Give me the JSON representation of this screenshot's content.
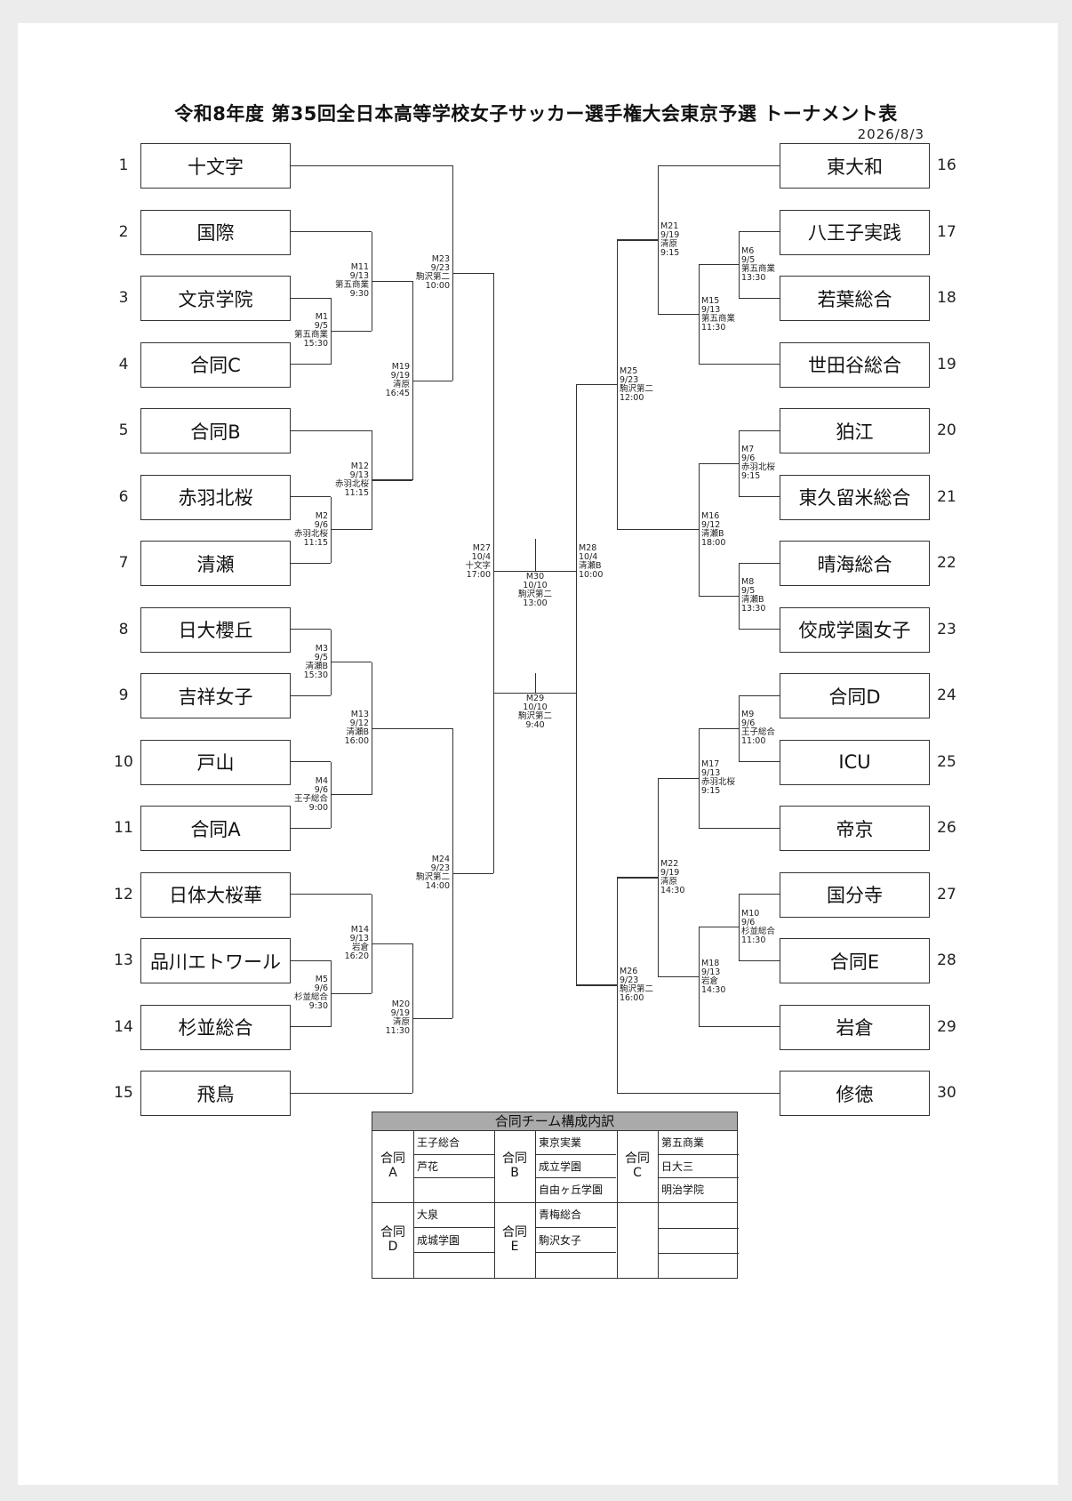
{
  "title": "令和8年度 第35回全日本高等学校女子サッカー選手権大会東京予選 トーナメント表",
  "date": "2026/8/3",
  "teams_left": [
    {
      "seed": "1",
      "name": "十文字"
    },
    {
      "seed": "2",
      "name": "国際"
    },
    {
      "seed": "3",
      "name": "文京学院"
    },
    {
      "seed": "4",
      "name": "合同C"
    },
    {
      "seed": "5",
      "name": "合同B"
    },
    {
      "seed": "6",
      "name": "赤羽北桜"
    },
    {
      "seed": "7",
      "name": "清瀬"
    },
    {
      "seed": "8",
      "name": "日大櫻丘"
    },
    {
      "seed": "9",
      "name": "吉祥女子"
    },
    {
      "seed": "10",
      "name": "戸山"
    },
    {
      "seed": "11",
      "name": "合同A"
    },
    {
      "seed": "12",
      "name": "日体大桜華"
    },
    {
      "seed": "13",
      "name": "品川エトワール"
    },
    {
      "seed": "14",
      "name": "杉並総合"
    },
    {
      "seed": "15",
      "name": "飛鳥"
    }
  ],
  "teams_right": [
    {
      "seed": "16",
      "name": "東大和"
    },
    {
      "seed": "17",
      "name": "八王子実践"
    },
    {
      "seed": "18",
      "name": "若葉総合"
    },
    {
      "seed": "19",
      "name": "世田谷総合"
    },
    {
      "seed": "20",
      "name": "狛江"
    },
    {
      "seed": "21",
      "name": "東久留米総合"
    },
    {
      "seed": "22",
      "name": "晴海総合"
    },
    {
      "seed": "23",
      "name": "佼成学園女子"
    },
    {
      "seed": "24",
      "name": "合同D"
    },
    {
      "seed": "25",
      "name": "ICU"
    },
    {
      "seed": "26",
      "name": "帝京"
    },
    {
      "seed": "27",
      "name": "国分寺"
    },
    {
      "seed": "28",
      "name": "合同E"
    },
    {
      "seed": "29",
      "name": "岩倉"
    },
    {
      "seed": "30",
      "name": "修徳"
    }
  ],
  "matches": {
    "M1": {
      "id": "M1",
      "date": "9/5",
      "venue": "第五商業",
      "time": "15:30"
    },
    "M2": {
      "id": "M2",
      "date": "9/6",
      "venue": "赤羽北桜",
      "time": "11:15"
    },
    "M3": {
      "id": "M3",
      "date": "9/5",
      "venue": "清瀬B",
      "time": "15:30"
    },
    "M4": {
      "id": "M4",
      "date": "9/6",
      "venue": "王子総合",
      "time": "9:00"
    },
    "M5": {
      "id": "M5",
      "date": "9/6",
      "venue": "杉並総合",
      "time": "9:30"
    },
    "M6": {
      "id": "M6",
      "date": "9/5",
      "venue": "第五商業",
      "time": "13:30"
    },
    "M7": {
      "id": "M7",
      "date": "9/6",
      "venue": "赤羽北桜",
      "time": "9:15"
    },
    "M8": {
      "id": "M8",
      "date": "9/5",
      "venue": "清瀬B",
      "time": "13:30"
    },
    "M9": {
      "id": "M9",
      "date": "9/6",
      "venue": "王子総合",
      "time": "11:00"
    },
    "M10": {
      "id": "M10",
      "date": "9/6",
      "venue": "杉並総合",
      "time": "11:30"
    },
    "M11": {
      "id": "M11",
      "date": "9/13",
      "venue": "第五商業",
      "time": "9:30"
    },
    "M12": {
      "id": "M12",
      "date": "9/13",
      "venue": "赤羽北桜",
      "time": "11:15"
    },
    "M13": {
      "id": "M13",
      "date": "9/12",
      "venue": "清瀬B",
      "time": "16:00"
    },
    "M14": {
      "id": "M14",
      "date": "9/13",
      "venue": "岩倉",
      "time": "16:20"
    },
    "M15": {
      "id": "M15",
      "date": "9/13",
      "venue": "第五商業",
      "time": "11:30"
    },
    "M16": {
      "id": "M16",
      "date": "9/12",
      "venue": "清瀬B",
      "time": "18:00"
    },
    "M17": {
      "id": "M17",
      "date": "9/13",
      "venue": "赤羽北桜",
      "time": "9:15"
    },
    "M18": {
      "id": "M18",
      "date": "9/13",
      "venue": "岩倉",
      "time": "14:30"
    },
    "M19": {
      "id": "M19",
      "date": "9/19",
      "venue": "清原",
      "time": "16:45"
    },
    "M20": {
      "id": "M20",
      "date": "9/19",
      "venue": "清原",
      "time": "11:30"
    },
    "M21": {
      "id": "M21",
      "date": "9/19",
      "venue": "清原",
      "time": "9:15"
    },
    "M22": {
      "id": "M22",
      "date": "9/19",
      "venue": "清原",
      "time": "14:30"
    },
    "M23": {
      "id": "M23",
      "date": "9/23",
      "venue": "駒沢第二",
      "time": "10:00"
    },
    "M24": {
      "id": "M24",
      "date": "9/23",
      "venue": "駒沢第二",
      "time": "14:00"
    },
    "M25": {
      "id": "M25",
      "date": "9/23",
      "venue": "駒沢第二",
      "time": "12:00"
    },
    "M26": {
      "id": "M26",
      "date": "9/23",
      "venue": "駒沢第二",
      "time": "16:00"
    },
    "M27": {
      "id": "M27",
      "date": "10/4",
      "venue": "十文字",
      "time": "17:00"
    },
    "M28": {
      "id": "M28",
      "date": "10/4",
      "venue": "清瀬B",
      "time": "10:00"
    },
    "M29": {
      "id": "M29",
      "date": "10/10",
      "venue": "駒沢第二",
      "time": "9:40"
    },
    "M30": {
      "id": "M30",
      "date": "10/10",
      "venue": "駒沢第二",
      "time": "13:00"
    }
  },
  "joint": {
    "title": "合同チーム構成内訳",
    "groups": [
      {
        "name1": "合同",
        "name2": "A",
        "members": [
          "王子総合",
          "芦花",
          ""
        ]
      },
      {
        "name1": "合同",
        "name2": "B",
        "members": [
          "東京実業",
          "成立学園",
          "自由ヶ丘学園"
        ]
      },
      {
        "name1": "合同",
        "name2": "C",
        "members": [
          "第五商業",
          "日大三",
          "明治学院"
        ]
      },
      {
        "name1": "合同",
        "name2": "D",
        "members": [
          "大泉",
          "成城学園",
          ""
        ]
      },
      {
        "name1": "合同",
        "name2": "E",
        "members": [
          "青梅総合",
          "駒沢女子",
          ""
        ]
      }
    ]
  }
}
